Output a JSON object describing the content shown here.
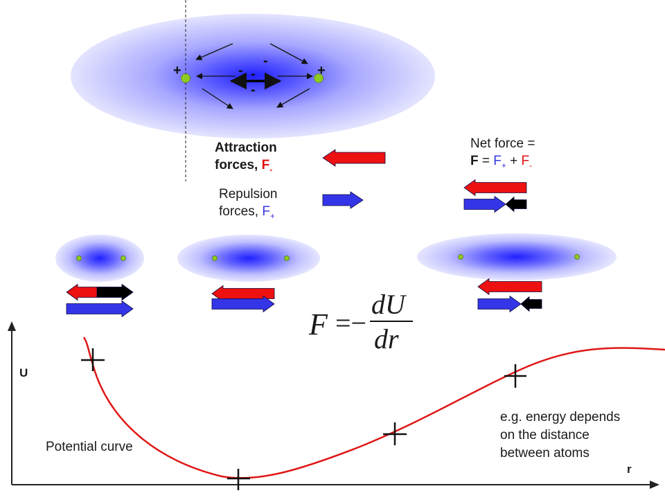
{
  "labels": {
    "attraction_line1": "Attraction",
    "attraction_line2": "forces, ",
    "attraction_sym": "F",
    "attraction_sub": "-",
    "repulsion_line1": "Repulsion",
    "repulsion_line2": "forces, ",
    "repulsion_sym": "F",
    "repulsion_sub": "+",
    "net_line1": "Net force =",
    "net_F": "F",
    "net_eq": " = ",
    "net_Fplus": "F",
    "net_plus_sub": "+",
    "net_plus": " + ",
    "net_Fminus": "F",
    "net_minus_sub": "-",
    "potential_curve": "Potential curve",
    "example_line1": "e.g. energy depends",
    "example_line2": "on the distance",
    "example_line3": "between atoms",
    "axis_u": "U",
    "axis_r": "r"
  },
  "charges": {
    "left_plus": "+",
    "right_plus": "+",
    "minus_1": "-",
    "minus_2": "-",
    "minus_3": "-",
    "minus_4": "-"
  },
  "formula": {
    "lhs": "F",
    "equals": "=−",
    "numerator": "dU",
    "denominator": "dr"
  },
  "colors": {
    "attraction": "#ee1111",
    "repulsion": "#3535e8",
    "net": "#000000",
    "atom": "#8ccc22",
    "cloud": "#2a2aff",
    "curve": "#e01515"
  }
}
